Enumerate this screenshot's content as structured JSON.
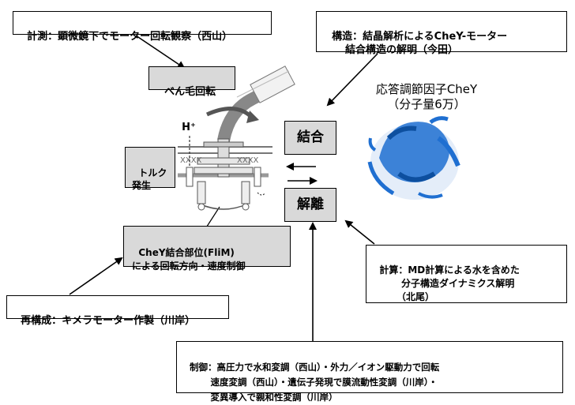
{
  "boxes": {
    "measure": "計測：顕微鏡下でモーター回転観察（西山）",
    "structure": "構造：結晶解析によるCheY-モーター\n　　結合構造の解明（今田）",
    "flagellar_rotation": "べん毛回転",
    "torque": "トルク\n発生",
    "binding": "結合",
    "dissociation": "解離",
    "chey_site": "CheY結合部位(FliM)\nによる回転方向・速度制御",
    "calc": "計算：MD計算による水を含めた\n　　　分子構造ダイナミクス解明\n　　　（北尾）",
    "reconstruct": "再構成：キメラモーター作製（川岸）",
    "control": "制御：高圧力で水和変調（西山）・外力／イオン駆動力で回転\n　　　速度変調（西山）・遺伝子発現で膜流動性変調（川岸）・\n　　　変異導入で親和性変調（川岸）"
  },
  "labels": {
    "protein_title": "応答調節因子CheY\n（分子量6万）",
    "proton": "H⁺"
  },
  "colors": {
    "protein": "#1f6fd1",
    "box_gray": "#d9d9d9"
  }
}
